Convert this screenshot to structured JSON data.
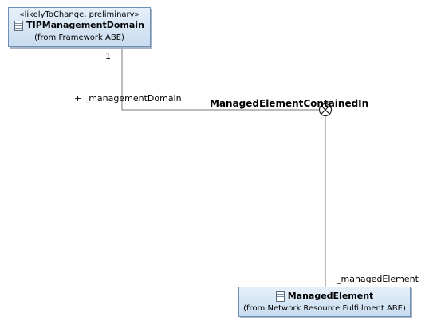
{
  "diagram": {
    "classes": [
      {
        "id": "tip",
        "stereotype": "«likelyToChange, preliminary»",
        "name": "TIPManagementDomain",
        "origin": "(from Framework ABE)"
      },
      {
        "id": "me",
        "name": "ManagedElement",
        "origin": "(from Network Resource Fulfillment ABE)"
      }
    ],
    "association": {
      "name": "ManagedElementContainedIn",
      "multiplicity": "1",
      "role_domain": "+ _managementDomain",
      "role_element": "_managedElement"
    },
    "colors": {
      "class_border": "#6b8fb5",
      "class_fill": "#c8dcef",
      "line": "#7a7a7a"
    }
  }
}
